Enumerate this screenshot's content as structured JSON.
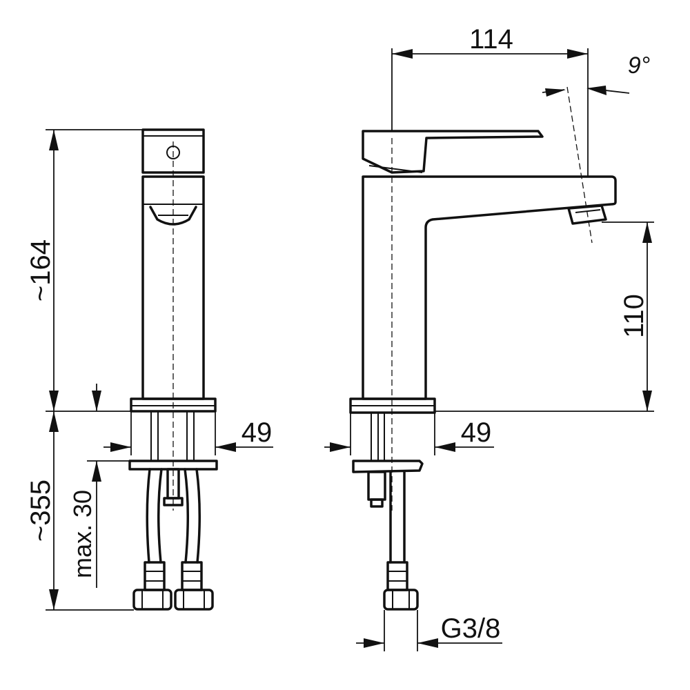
{
  "dimensions": {
    "spout_reach": "114",
    "spout_angle": "9°",
    "total_height": "~164",
    "spout_height": "110",
    "base_diameter_front": "49",
    "base_diameter_side": "49",
    "hose_length": "~355",
    "max_deck_thickness": "max. 30",
    "connection_thread": "G3/8"
  }
}
